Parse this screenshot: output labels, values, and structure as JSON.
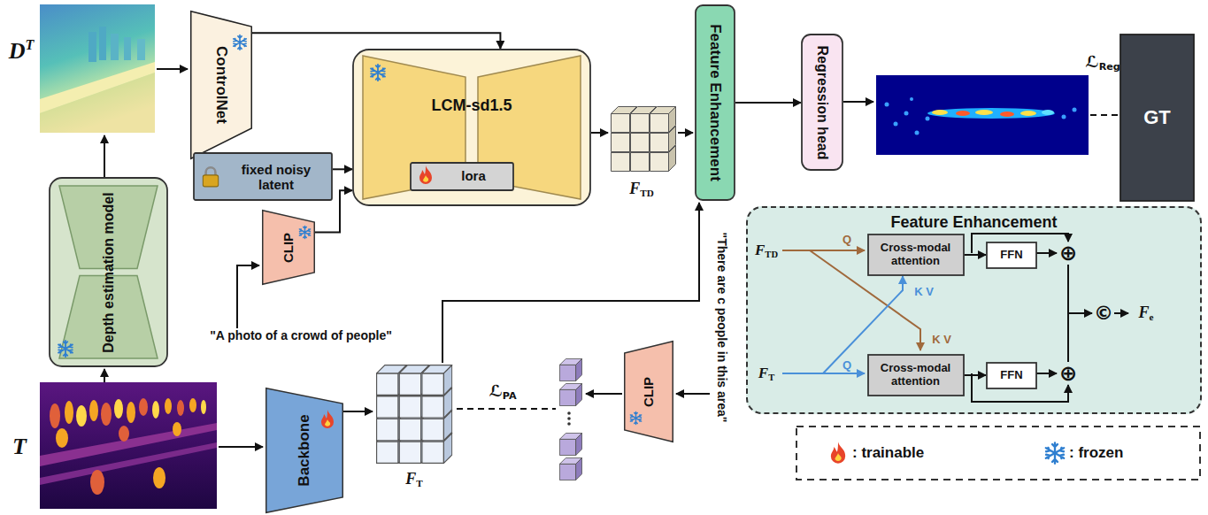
{
  "diagram": {
    "nodes": [
      {
        "text": [
          "ControlNet"
        ]
      },
      {
        "text": [
          "fixed noisy latent"
        ]
      },
      {
        "text": [
          "LCM-sd1.5"
        ]
      },
      {
        "text": [
          "lora"
        ],
        "in": 2
      },
      {
        "text": [
          "CLIP"
        ]
      },
      {
        "text": [
          "Depth estimation model"
        ]
      },
      {
        "text": [
          "Backbone"
        ]
      },
      {
        "text": [
          "CLIP"
        ]
      },
      {
        "text": [
          "Feature Enhancement"
        ]
      },
      {
        "text": [
          "Regression head"
        ]
      },
      {
        "text": [
          "GT"
        ]
      },
      {
        "text": [
          "Feature Enhancement"
        ]
      },
      {
        "text": [
          "Cross-modal attention"
        ],
        "in": 11
      },
      {
        "text": [
          "FFN"
        ],
        "in": 11
      },
      {
        "text": [
          "Cross-modal attention"
        ],
        "in": 11
      },
      {
        "text": [
          "FFN"
        ],
        "in": 11
      }
    ],
    "edges": [
      {
        "from": 0,
        "to": 2,
        "arrow": "to"
      },
      {
        "from": 1,
        "to": 2,
        "arrow": "to"
      },
      {
        "from": 4,
        "to": 2,
        "arrow": "to"
      },
      {
        "from": 8,
        "to": 9,
        "arrow": "to"
      },
      {
        "from": 12,
        "to": 13,
        "arrow": "to"
      },
      {
        "from": 14,
        "to": 15,
        "arrow": "to"
      }
    ],
    "labels": [
      "DT",
      "T",
      "\"A photo of a crowd of people\"",
      "FTD",
      "FT",
      "ℒPA",
      "ℒReg",
      "\"There are c people in this area\"",
      "FTD",
      "FT",
      "Q",
      "K V",
      "K V",
      "Q",
      "⊕",
      "⊕",
      "©",
      "Fe"
    ],
    "legend": [
      {
        "text": ": trainable"
      },
      {
        "text": ": frozen"
      }
    ]
  }
}
